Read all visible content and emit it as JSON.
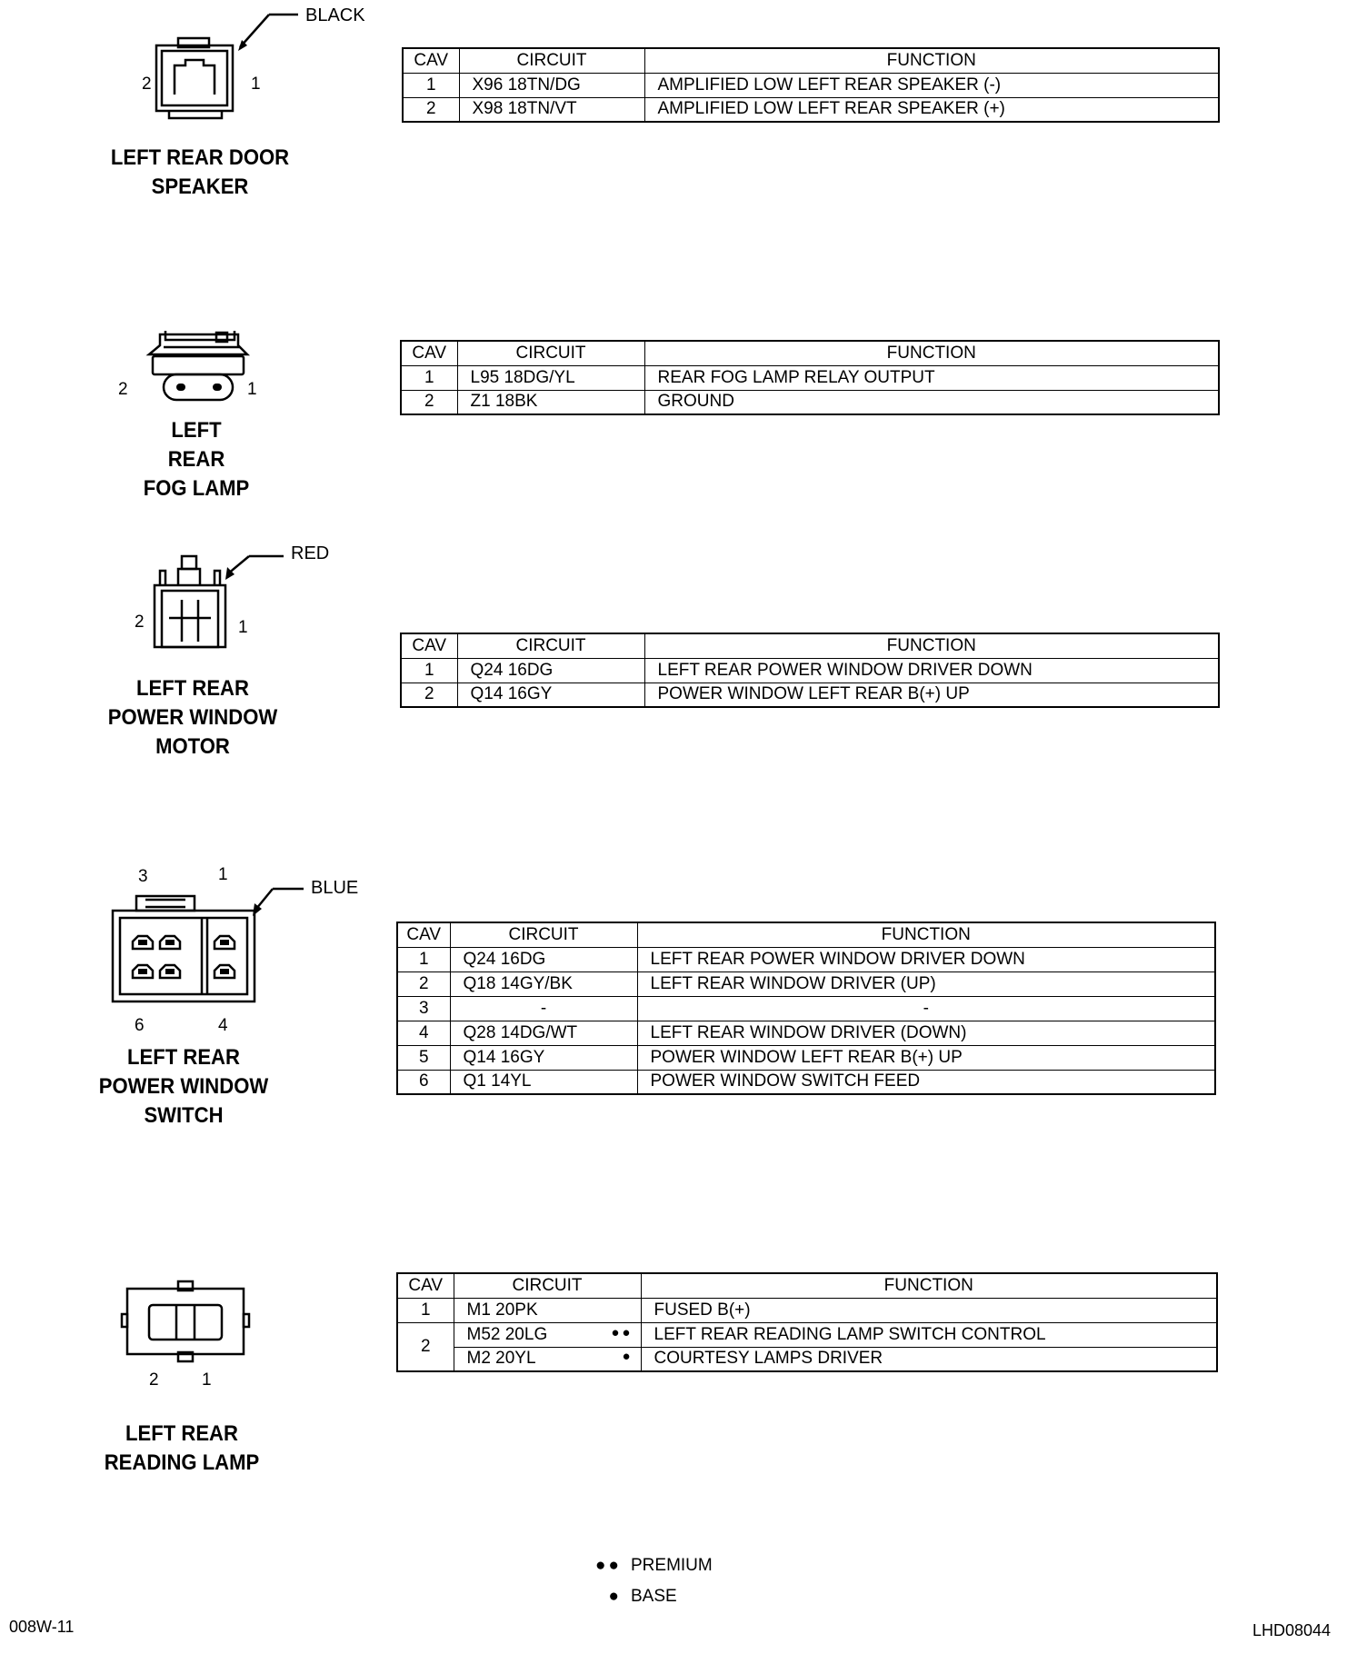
{
  "connectors": [
    {
      "id": "speaker",
      "title": [
        "LEFT REAR DOOR",
        "SPEAKER"
      ],
      "wire_color": "BLACK",
      "pins": [
        "2",
        "1"
      ],
      "headers": [
        "CAV",
        "CIRCUIT",
        "FUNCTION"
      ],
      "rows": [
        {
          "cav": "1",
          "circuit": "X96 18TN/DG",
          "function": "AMPLIFIED LOW LEFT REAR SPEAKER (-)"
        },
        {
          "cav": "2",
          "circuit": "X98 18TN/VT",
          "function": "AMPLIFIED LOW LEFT REAR SPEAKER (+)"
        }
      ]
    },
    {
      "id": "foglamp",
      "title": [
        "LEFT",
        "REAR",
        "FOG LAMP"
      ],
      "wire_color": "",
      "pins": [
        "2",
        "1"
      ],
      "headers": [
        "CAV",
        "CIRCUIT",
        "FUNCTION"
      ],
      "rows": [
        {
          "cav": "1",
          "circuit": "L95 18DG/YL",
          "function": "REAR FOG LAMP RELAY OUTPUT"
        },
        {
          "cav": "2",
          "circuit": "Z1 18BK",
          "function": "GROUND"
        }
      ]
    },
    {
      "id": "winmotor",
      "title": [
        "LEFT REAR",
        "POWER WINDOW",
        "MOTOR"
      ],
      "wire_color": "RED",
      "pins": [
        "2",
        "1"
      ],
      "headers": [
        "CAV",
        "CIRCUIT",
        "FUNCTION"
      ],
      "rows": [
        {
          "cav": "1",
          "circuit": "Q24 16DG",
          "function": "LEFT REAR POWER WINDOW DRIVER DOWN"
        },
        {
          "cav": "2",
          "circuit": "Q14 16GY",
          "function": "POWER WINDOW LEFT REAR B(+) UP"
        }
      ]
    },
    {
      "id": "winswitch",
      "title": [
        "LEFT REAR",
        "POWER WINDOW",
        "SWITCH"
      ],
      "wire_color": "BLUE",
      "pins": [
        "3",
        "1",
        "6",
        "4"
      ],
      "headers": [
        "CAV",
        "CIRCUIT",
        "FUNCTION"
      ],
      "rows": [
        {
          "cav": "1",
          "circuit": "Q24 16DG",
          "function": "LEFT REAR POWER WINDOW DRIVER DOWN"
        },
        {
          "cav": "2",
          "circuit": "Q18 14GY/BK",
          "function": "LEFT REAR WINDOW DRIVER (UP)"
        },
        {
          "cav": "3",
          "circuit": "-",
          "function": "-"
        },
        {
          "cav": "4",
          "circuit": "Q28 14DG/WT",
          "function": "LEFT REAR WINDOW DRIVER (DOWN)"
        },
        {
          "cav": "5",
          "circuit": "Q14 16GY",
          "function": "POWER WINDOW LEFT REAR B(+) UP"
        },
        {
          "cav": "6",
          "circuit": "Q1 14YL",
          "function": "POWER WINDOW SWITCH FEED"
        }
      ]
    },
    {
      "id": "readlamp",
      "title": [
        "LEFT REAR",
        "READING LAMP"
      ],
      "wire_color": "",
      "pins": [
        "2",
        "1"
      ],
      "headers": [
        "CAV",
        "CIRCUIT",
        "FUNCTION"
      ],
      "rows": [
        {
          "cav": "1",
          "circuit": "M1 20PK",
          "dots": "",
          "function": "FUSED B(+)"
        },
        {
          "cav": "2",
          "circuit": "M52 20LG",
          "dots": "●●",
          "function": "LEFT REAR READING LAMP SWITCH CONTROL"
        },
        {
          "cav": "",
          "circuit": "M2 20YL",
          "dots": "●",
          "function": "COURTESY LAMPS DRIVER"
        }
      ]
    }
  ],
  "legend": [
    {
      "mark": "●●",
      "label": "PREMIUM"
    },
    {
      "mark": "●",
      "label": "BASE"
    }
  ],
  "footer": {
    "left": "008W-11",
    "right": "LHD08044"
  }
}
